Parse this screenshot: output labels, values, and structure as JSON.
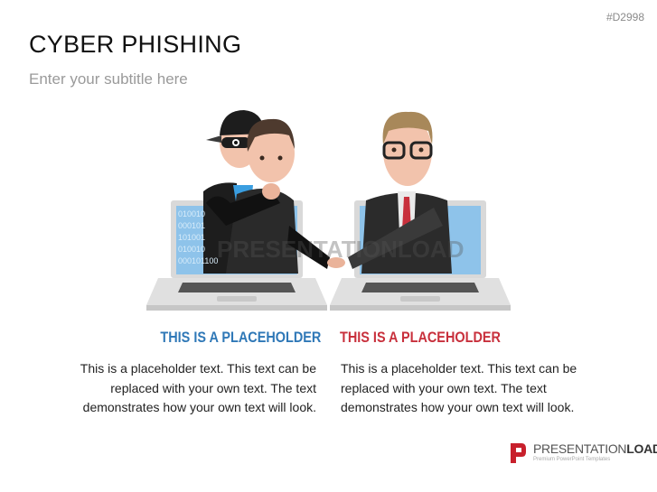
{
  "slide_id": "#D2998",
  "title": "CYBER PHISHING",
  "subtitle": "Enter your subtitle here",
  "columns": [
    {
      "heading": "THIS IS A PLACEHOLDER",
      "color": "#2f78b7",
      "text": "This is a placeholder text. This text can be replaced with your own text. The text demonstrates how your own text will look."
    },
    {
      "heading": "THIS IS A PLACEHOLDER",
      "color": "#c8303c",
      "text": "This is a placeholder text. This text can be replaced with your own text. The text demonstrates how your own text will look."
    }
  ],
  "illustration": {
    "screen_code": [
      "010010",
      "000101",
      "101001",
      "010010",
      "000101100"
    ],
    "watermark": "PRESENTATIONLOAD"
  },
  "brand": {
    "name_light": "PRESENTATION",
    "name_bold": "LOAD",
    "tagline": "Premium PowerPoint Templates",
    "color": "#c8202c"
  }
}
